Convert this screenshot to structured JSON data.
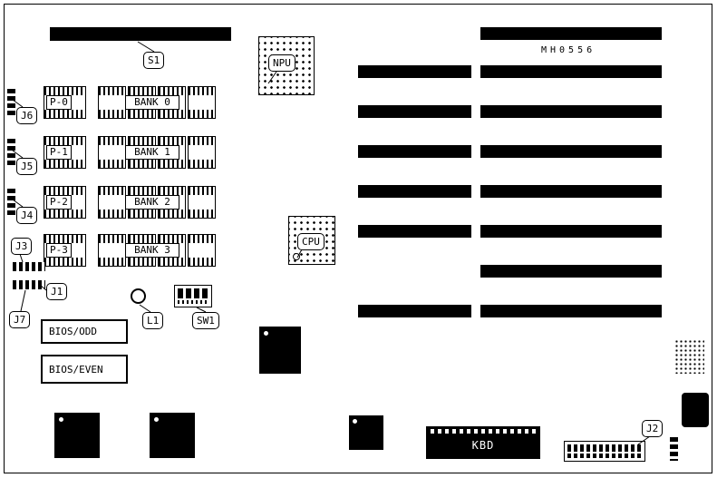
{
  "colors": {
    "ink": "#000000",
    "background": "#ffffff"
  },
  "board": {
    "marking": "MH0556"
  },
  "callouts": {
    "s1": "S1",
    "npu": "NPU",
    "cpu": "CPU",
    "j1": "J1",
    "j2": "J2",
    "j3": "J3",
    "j4": "J4",
    "j5": "J5",
    "j6": "J6",
    "j7": "J7",
    "l1": "L1",
    "sw1": "SW1"
  },
  "chips": {
    "kbd": "KBD",
    "bios_odd": "BIOS/ODD",
    "bios_even": "BIOS/EVEN"
  },
  "memory": {
    "rows": [
      {
        "chip": "P-0",
        "bank": "BANK 0"
      },
      {
        "chip": "P-1",
        "bank": "BANK 1"
      },
      {
        "chip": "P-2",
        "bank": "BANK 2"
      },
      {
        "chip": "P-3",
        "bank": "BANK 3"
      }
    ]
  }
}
